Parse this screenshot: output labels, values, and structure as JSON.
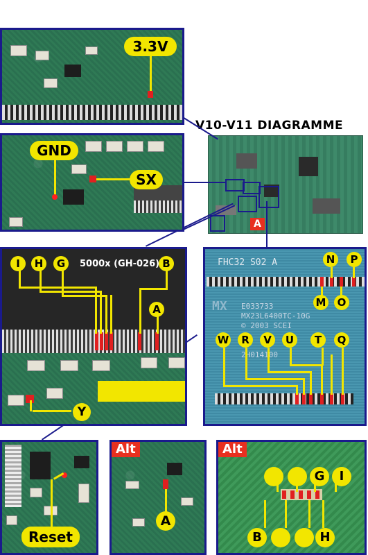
{
  "title": "V10-V11 DIAGRAMME",
  "chip_label": "5000x (GH-026)",
  "board_marker": "A",
  "labels": {
    "v33": "3.3V",
    "gnd": "GND",
    "sx": "SX",
    "reset": "Reset",
    "alt1": "Alt",
    "alt2": "Alt",
    "alt_a": "A",
    "alt2_g": "G",
    "alt2_i": "I",
    "alt2_b": "B",
    "alt2_h": "H"
  },
  "panel3_points": [
    "I",
    "H",
    "G",
    "B",
    "A",
    "Y"
  ],
  "panel4_points": {
    "top": [
      "N",
      "P",
      "M",
      "O"
    ],
    "bottom": [
      "W",
      "R",
      "V",
      "U",
      "T",
      "Q"
    ]
  },
  "mx_text": {
    "line1": "FHC32 S02 A",
    "line2": "MX",
    "line3": "E033733",
    "line4": "MX23L6400TC-10G",
    "line5": "© 2003 SCEI",
    "line6": "2H014100"
  },
  "colors": {
    "border": "#1a1a8c",
    "label_yellow": "#f2e600",
    "pad_red": "#e02020",
    "alt_red": "#e83020"
  }
}
